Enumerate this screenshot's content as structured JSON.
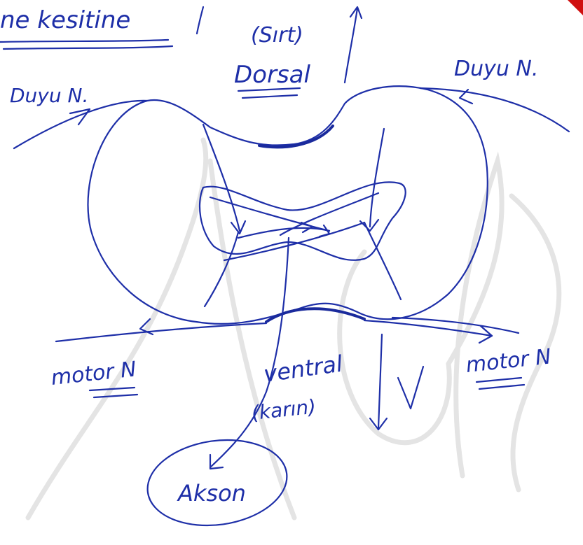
{
  "labels": {
    "heading": "ne kesitine",
    "dorsal_paren": "(Sırt)",
    "dorsal": "Dorsal",
    "sensory_left": "Duyu N.",
    "sensory_right": "Duyu N.",
    "motor_left": "motor N",
    "motor_right": "motor N",
    "ventral": "ventral",
    "ventral_paren": "(karın)",
    "axon": "Akson"
  },
  "colors": {
    "ink": "#1e2fa8",
    "watermark": "#e4e4e4",
    "corner_mark": "#d01010"
  }
}
